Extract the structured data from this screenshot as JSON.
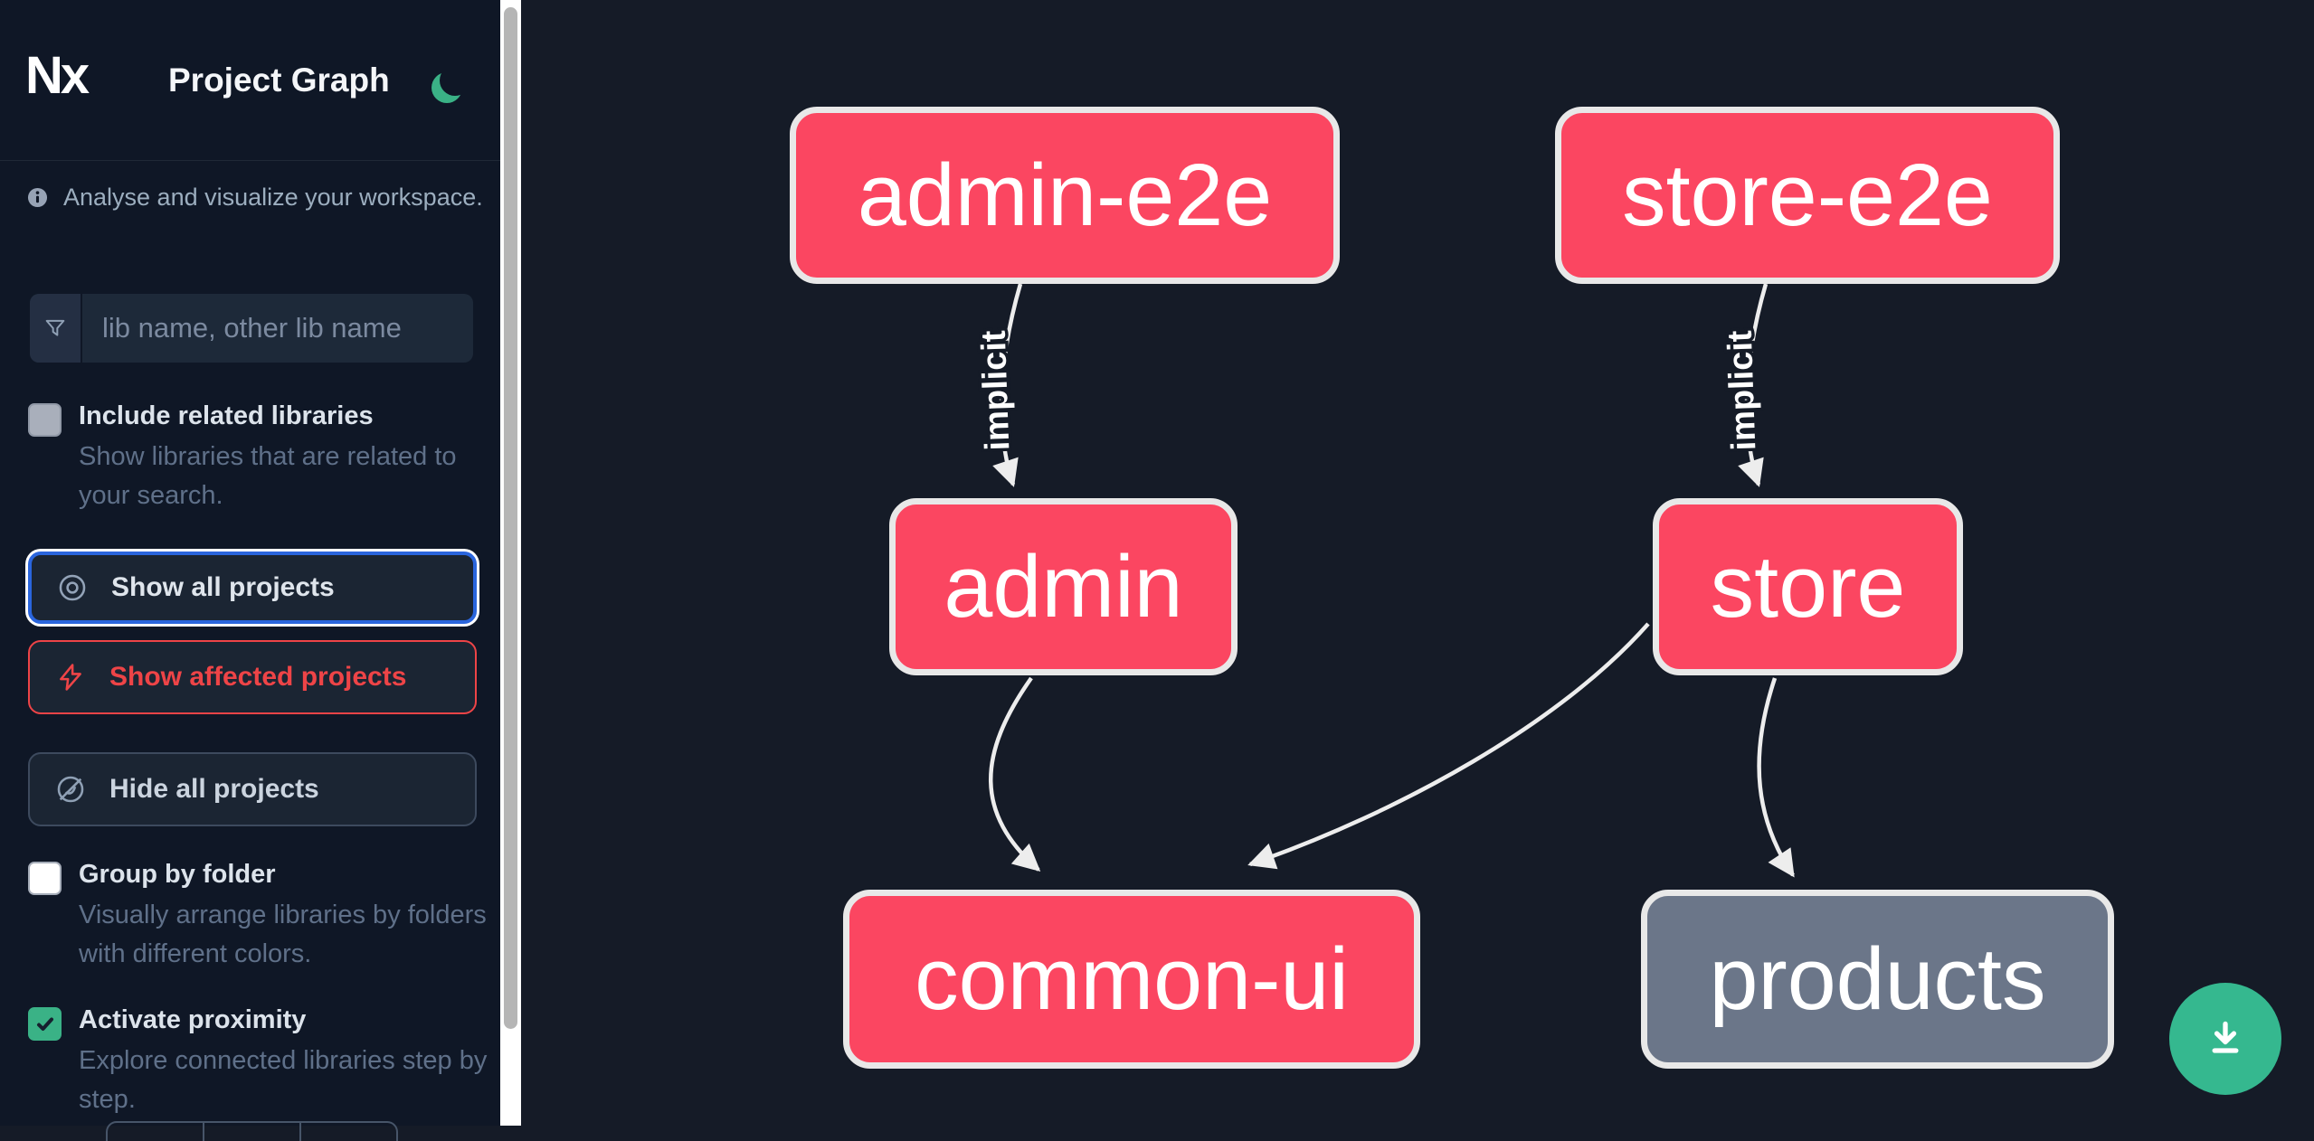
{
  "app": {
    "logo_text": "Nx",
    "title": "Project Graph",
    "theme_icon": "moon-icon"
  },
  "sidebar": {
    "tagline": "Analyse and visualize your workspace.",
    "search": {
      "placeholder": "lib name, other lib name",
      "icon": "funnel-icon"
    },
    "checkboxes": [
      {
        "label": "Include related libraries",
        "description": "Show libraries that are related to your search.",
        "checked": false,
        "style": "gray-disabled"
      },
      {
        "label": "Group by folder",
        "description": "Visually arrange libraries by folders with different colors.",
        "checked": false,
        "style": "white"
      },
      {
        "label": "Activate proximity",
        "description": "Explore connected libraries step by step.",
        "checked": true,
        "style": "green-checked"
      }
    ],
    "buttons": [
      {
        "label": "Show all projects",
        "icon": "eye-icon",
        "state": "focused"
      },
      {
        "label": "Show affected projects",
        "icon": "bolt-icon",
        "state": "affected"
      },
      {
        "label": "Hide all projects",
        "icon": "eye-off-icon",
        "state": "default"
      }
    ]
  },
  "graph": {
    "nodes": [
      {
        "id": "admin-e2e",
        "label": "admin-e2e",
        "color": "#fb4661"
      },
      {
        "id": "store-e2e",
        "label": "store-e2e",
        "color": "#fb4661"
      },
      {
        "id": "admin",
        "label": "admin",
        "color": "#fb4661"
      },
      {
        "id": "store",
        "label": "store",
        "color": "#fb4661"
      },
      {
        "id": "common-ui",
        "label": "common-ui",
        "color": "#fb4661"
      },
      {
        "id": "products",
        "label": "products",
        "color": "#6b7689"
      }
    ],
    "edges": [
      {
        "source": "admin-e2e",
        "target": "admin",
        "label": "implicit"
      },
      {
        "source": "store-e2e",
        "target": "store",
        "label": "implicit"
      },
      {
        "source": "admin",
        "target": "common-ui",
        "label": ""
      },
      {
        "source": "store",
        "target": "common-ui",
        "label": ""
      },
      {
        "source": "store",
        "target": "products",
        "label": ""
      }
    ]
  },
  "fab": {
    "icon": "download-icon",
    "color": "#35b88f"
  },
  "colors": {
    "sidebar_bg": "#0f1726",
    "canvas_bg": "#151b27",
    "node_pink": "#fb4661",
    "node_gray": "#6b7689",
    "node_border": "#e8e8e8",
    "edge": "#ededed",
    "focus_blue": "#2a65dd",
    "affected_red": "#ee4447",
    "proximity_green": "#3ab286",
    "fab_green": "#35b88f"
  }
}
